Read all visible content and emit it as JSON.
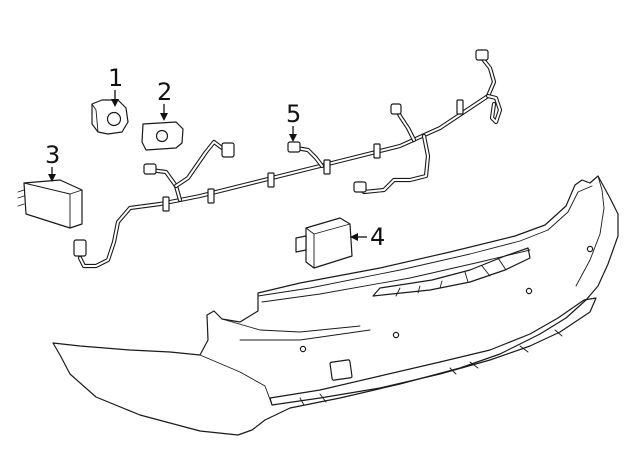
{
  "callouts": [
    {
      "number": "1",
      "part": "parking-sensor"
    },
    {
      "number": "2",
      "part": "sensor-bezel"
    },
    {
      "number": "3",
      "part": "control-module"
    },
    {
      "number": "4",
      "part": "module"
    },
    {
      "number": "5",
      "part": "wiring-harness"
    }
  ],
  "colors": {
    "line": "#1a1a1a",
    "background": "#ffffff"
  }
}
